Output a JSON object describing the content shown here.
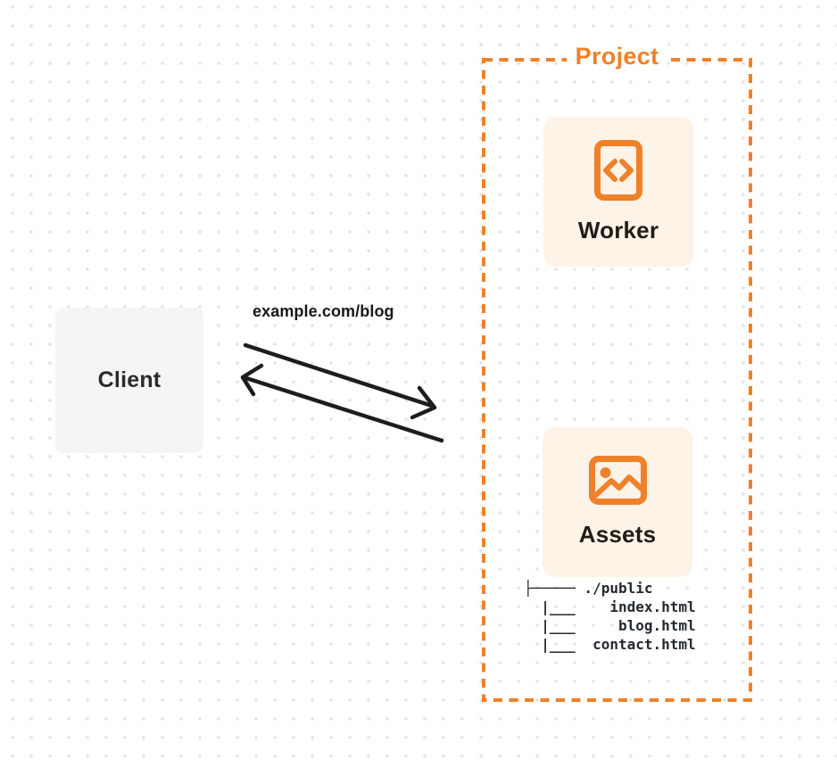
{
  "client": {
    "label": "Client"
  },
  "request": {
    "label": "example.com/blog"
  },
  "project": {
    "label": "Project",
    "worker": {
      "label": "Worker",
      "icon": "code-document-icon"
    },
    "assets": {
      "label": "Assets",
      "icon": "image-icon"
    },
    "file_tree": {
      "lines": [
        "├───── ./public",
        "  |___    index.html",
        "  |___     blog.html",
        "  |___  contact.html"
      ]
    }
  },
  "colors": {
    "accent_orange": "#EE8129",
    "card_background": "#FDF3E7",
    "client_background": "#F5F5F6",
    "arrow_black": "#1D1D1D",
    "dot_grid": "#E3E3E7"
  }
}
